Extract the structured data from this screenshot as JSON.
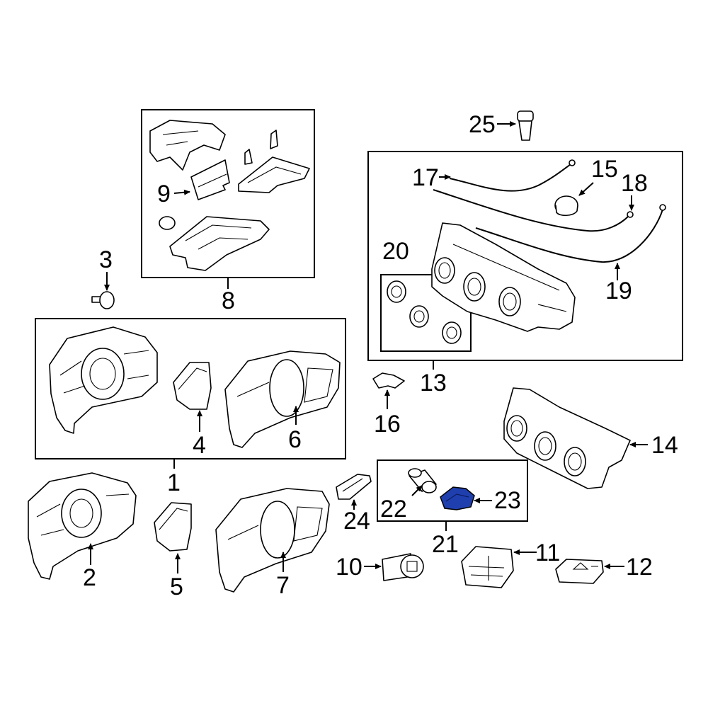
{
  "diagram": {
    "highlight_color": "#1f3fae",
    "callouts": {
      "c1": "1",
      "c2": "2",
      "c3": "3",
      "c4": "4",
      "c5": "5",
      "c6": "6",
      "c7": "7",
      "c8": "8",
      "c9": "9",
      "c10": "10",
      "c11": "11",
      "c12": "12",
      "c13": "13",
      "c14": "14",
      "c15": "15",
      "c16": "16",
      "c17": "17",
      "c18": "18",
      "c19": "19",
      "c20": "20",
      "c21": "21",
      "c22": "22",
      "c23": "23",
      "c24": "24",
      "c25": "25"
    }
  }
}
